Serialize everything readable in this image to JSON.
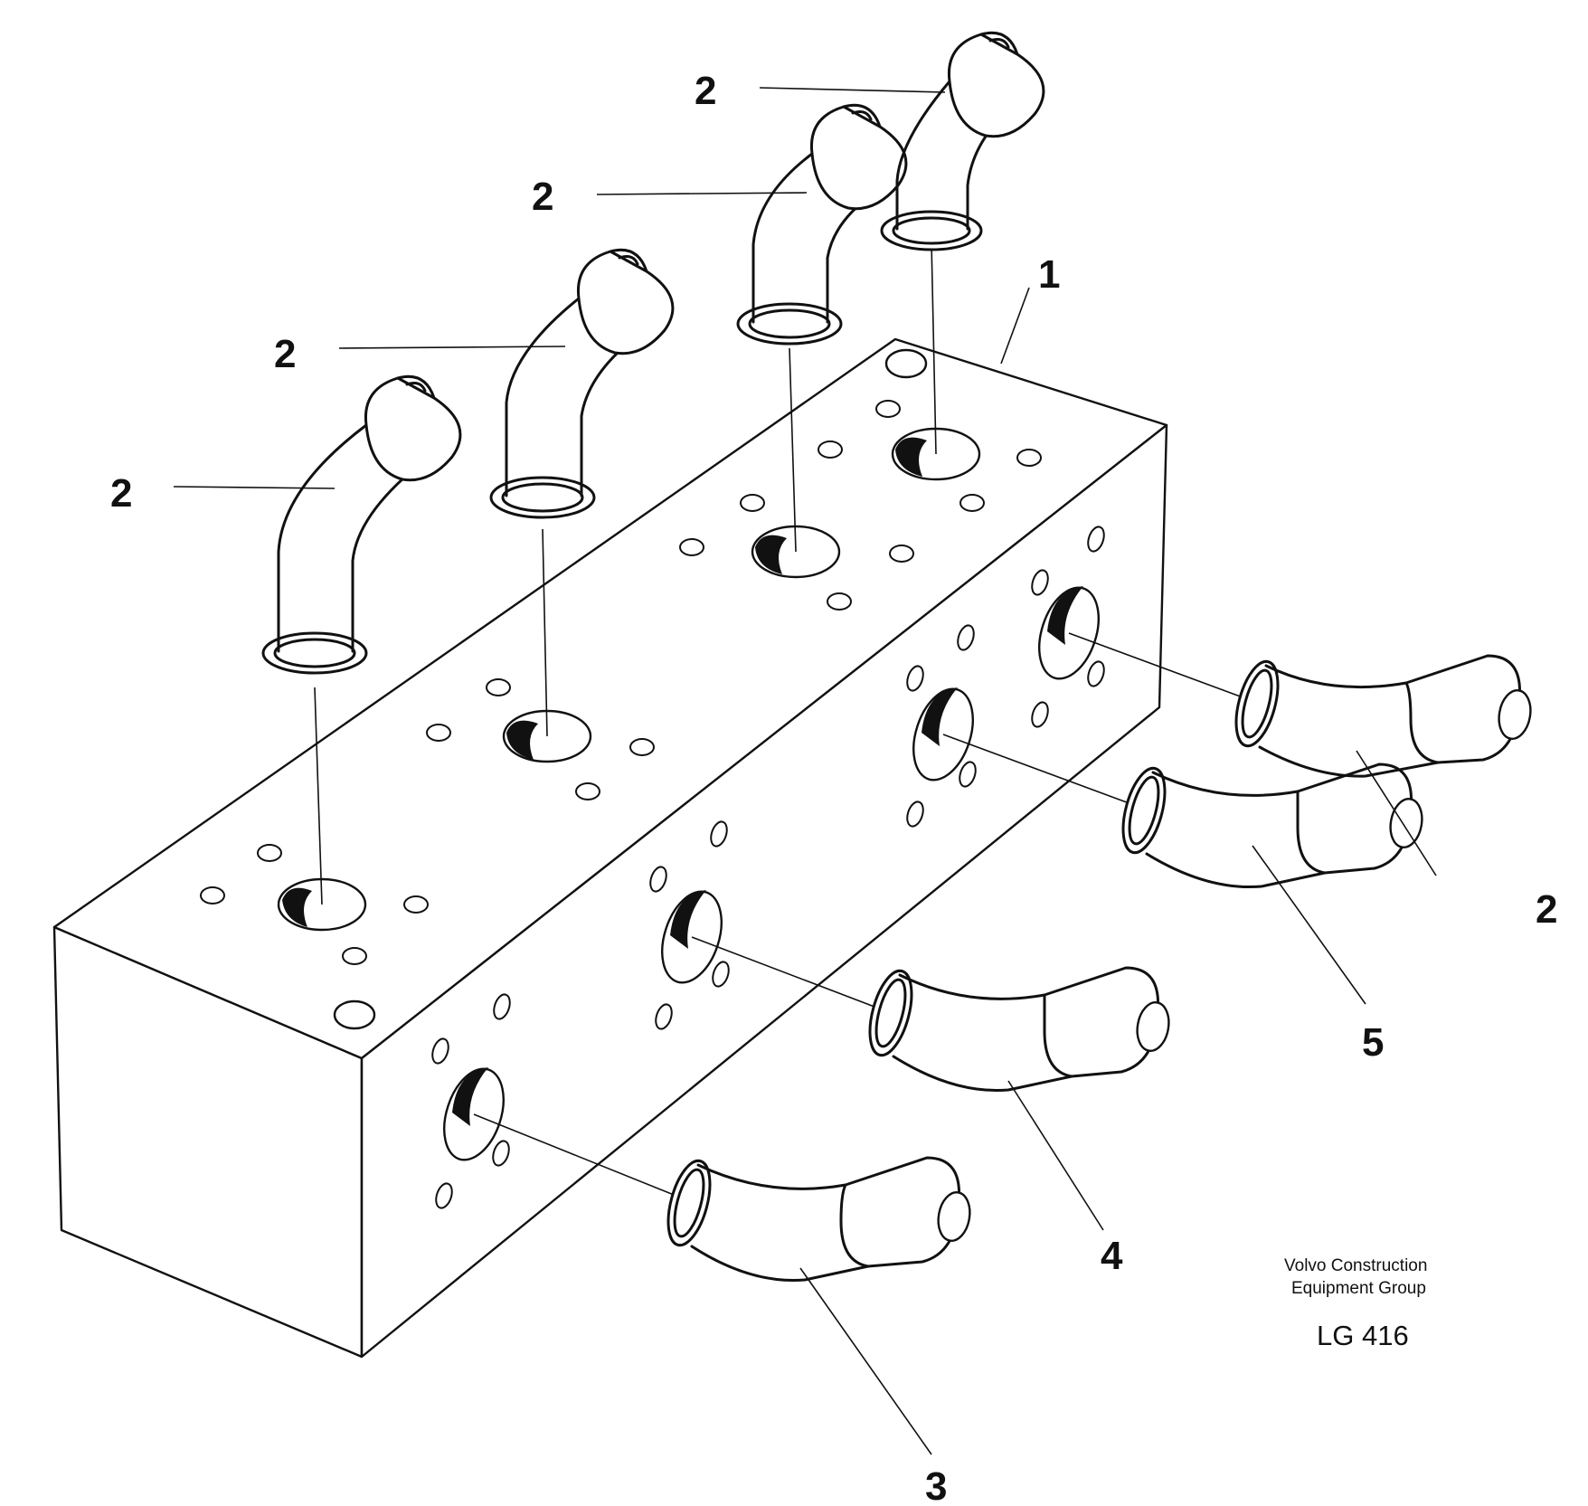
{
  "callouts": {
    "top_1": "2",
    "top_2": "2",
    "top_3": "2",
    "top_4": "2",
    "block": "1",
    "side_right": "2",
    "side_5": "5",
    "side_4": "4",
    "side_3": "3"
  },
  "credit": {
    "line1": "Volvo Construction",
    "line2": "Equipment Group"
  },
  "drawing_code": "LG 416"
}
